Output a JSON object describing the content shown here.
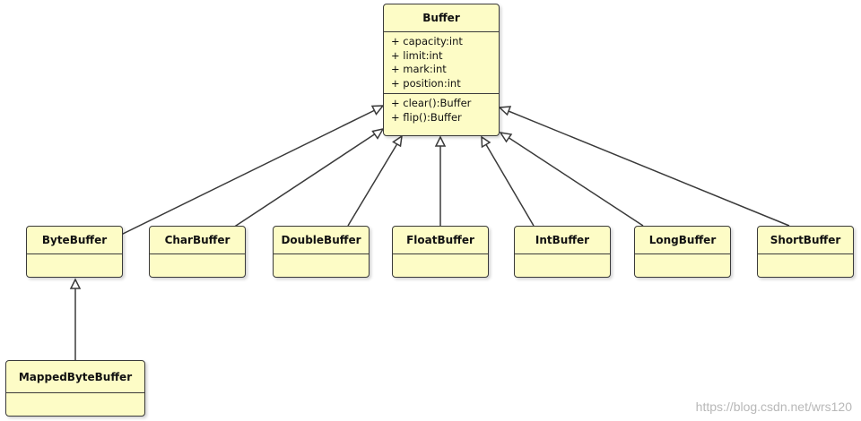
{
  "diagram": {
    "parent": {
      "name": "Buffer",
      "attributes": [
        "+ capacity:int",
        "+ limit:int",
        "+ mark:int",
        "+ position:int"
      ],
      "methods": [
        "+ clear():Buffer",
        "+ flip():Buffer"
      ]
    },
    "subclasses": [
      {
        "id": "byte",
        "name": "ByteBuffer"
      },
      {
        "id": "char",
        "name": "CharBuffer"
      },
      {
        "id": "double",
        "name": "DoubleBuffer"
      },
      {
        "id": "float",
        "name": "FloatBuffer"
      },
      {
        "id": "int",
        "name": "IntBuffer"
      },
      {
        "id": "long",
        "name": "LongBuffer"
      },
      {
        "id": "short",
        "name": "ShortBuffer"
      }
    ],
    "grandchild": {
      "name": "MappedByteBuffer"
    },
    "colors": {
      "box_fill": "#fdfcc6",
      "box_border": "#3a3a3a",
      "arrow": "#3a3a3a"
    }
  },
  "watermark": "https://blog.csdn.net/wrs120"
}
